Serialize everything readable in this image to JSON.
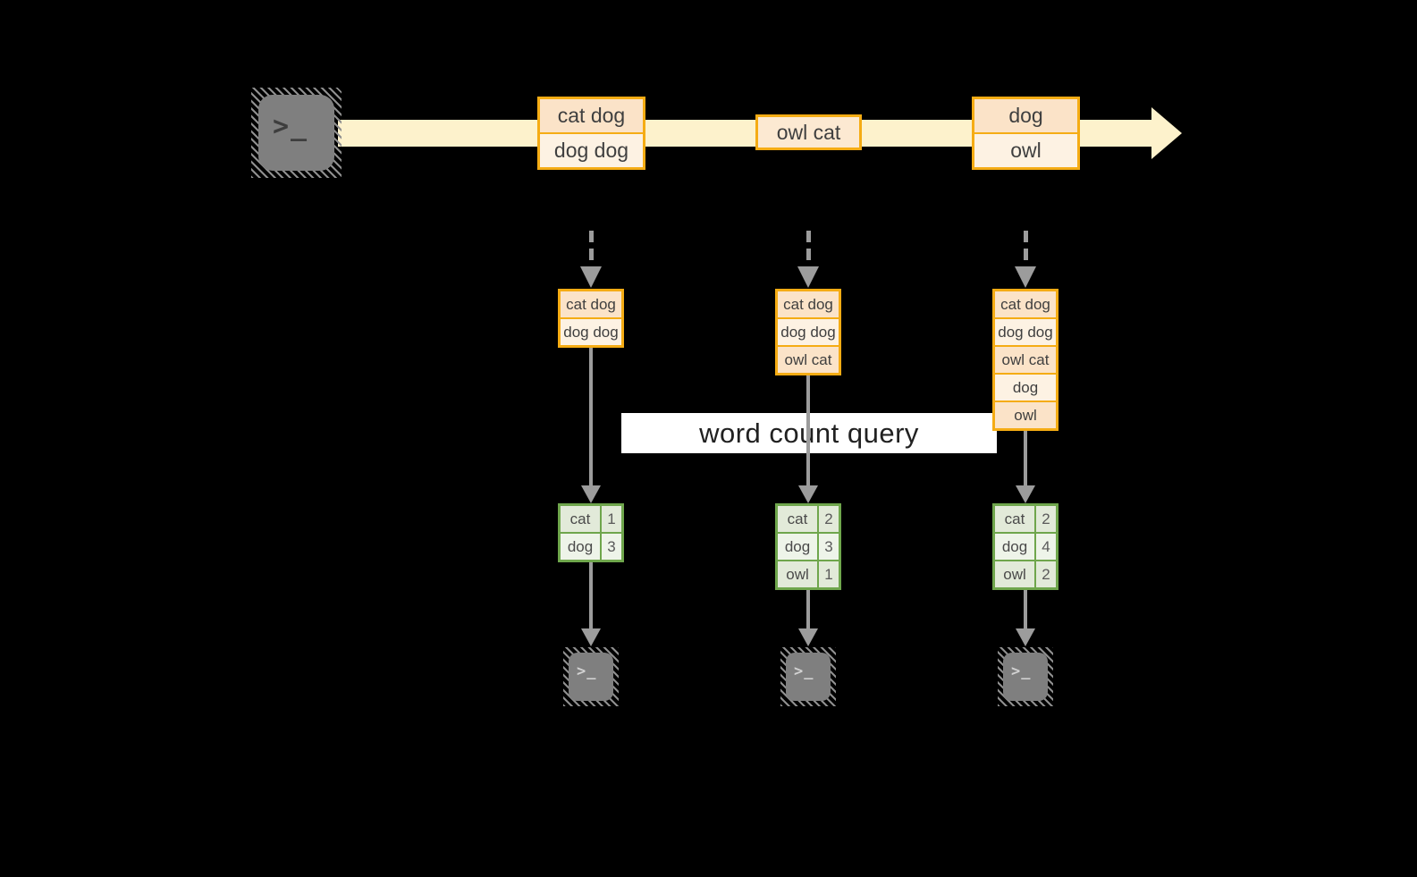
{
  "stream": {
    "batches": [
      {
        "rows": [
          "cat dog",
          "dog dog"
        ]
      },
      {
        "rows": [
          "owl cat"
        ]
      },
      {
        "rows": [
          "dog",
          "owl"
        ]
      }
    ]
  },
  "states": [
    {
      "rows": [
        "cat dog",
        "dog dog"
      ]
    },
    {
      "rows": [
        "cat dog",
        "dog dog",
        "owl cat"
      ]
    },
    {
      "rows": [
        "cat dog",
        "dog dog",
        "owl cat",
        "dog",
        "owl"
      ]
    }
  ],
  "query": {
    "label": "word count query"
  },
  "results": [
    {
      "rows": [
        {
          "word": "cat",
          "count": "1"
        },
        {
          "word": "dog",
          "count": "3"
        }
      ]
    },
    {
      "rows": [
        {
          "word": "cat",
          "count": "2"
        },
        {
          "word": "dog",
          "count": "3"
        },
        {
          "word": "owl",
          "count": "1"
        }
      ]
    },
    {
      "rows": [
        {
          "word": "cat",
          "count": "2"
        },
        {
          "word": "dog",
          "count": "4"
        },
        {
          "word": "owl",
          "count": "2"
        }
      ]
    }
  ],
  "icons": {
    "prompt_glyph": ">_"
  },
  "colors": {
    "background": "#000000",
    "stream_band": "#FDF2CC",
    "box_border_gold": "#F5AC14",
    "box_fill_peach": "#FBE3C8",
    "box_fill_cream": "#FDF2E3",
    "box_fill_owlcat": "#FCE9D2",
    "table_border_green": "#6FA64C",
    "table_fill_light": "#EEF4E9",
    "table_fill_dark": "#E2EAD9",
    "arrow_gray": "#9C9C9C",
    "terminal_gray": "#7F7F7F",
    "query_band": "#FFFFFF",
    "query_text": "#212121",
    "text": "#3F3F3F"
  }
}
